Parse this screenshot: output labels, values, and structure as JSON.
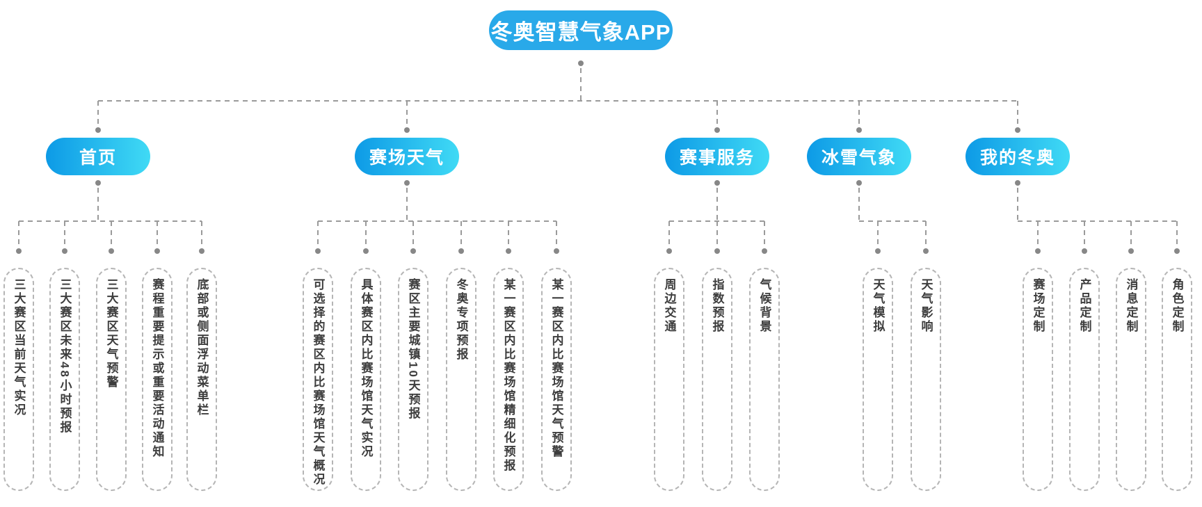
{
  "diagram_title": "冬奥智慧气象APP",
  "colors": {
    "root_node_blue": "#29a9e9",
    "branch_gradient_start": "#0d9ae6",
    "branch_gradient_end": "#40daf5",
    "connector_gray": "#9a9a9a",
    "dot_gray": "#878787",
    "leaf_border_gray": "#b5b5b5",
    "leaf_text_gray": "#3d3d3d",
    "node_text_white": "#ffffff"
  },
  "tree": {
    "root": {
      "label": "冬奥智慧气象APP"
    },
    "branches": [
      {
        "label": "首页",
        "children": [
          "三大赛区当前天气实况",
          "三大赛区未来48小时预报",
          "三大赛区天气预警",
          "赛程重要提示或重要活动通知",
          "底部或侧面浮动菜单栏"
        ]
      },
      {
        "label": "赛场天气",
        "children": [
          "可选择的赛区内比赛场馆天气概况",
          "具体赛区内比赛场馆天气实况",
          "赛区主要城镇10天预报",
          "冬奥专项预报",
          "某一赛区内比赛场馆精细化预报",
          "某一赛区内比赛场馆天气预警"
        ]
      },
      {
        "label": "赛事服务",
        "children": [
          "周边交通",
          "指数预报",
          "气候背景"
        ]
      },
      {
        "label": "冰雪气象",
        "children": [
          "天气模拟",
          "天气影响"
        ]
      },
      {
        "label": "我的冬奥",
        "children": [
          "赛场定制",
          "产品定制",
          "消息定制",
          "角色定制"
        ]
      }
    ]
  }
}
